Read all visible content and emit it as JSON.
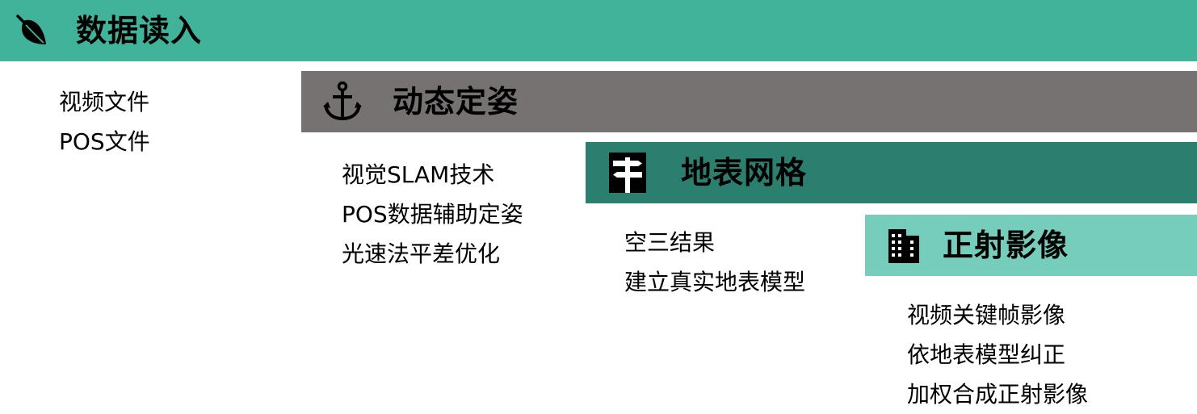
{
  "stages": [
    {
      "title": "数据读入",
      "icon": "leaf-icon",
      "color": "#41b39a",
      "items": [
        "视频文件",
        "POS文件"
      ]
    },
    {
      "title": "动态定姿",
      "icon": "anchor-icon",
      "color": "#767272",
      "items": [
        "视觉SLAM技术",
        "POS数据辅助定姿",
        "光速法平差优化"
      ]
    },
    {
      "title": "地表网格",
      "icon": "signpost-icon",
      "color": "#2a7f6f",
      "items": [
        "空三结果",
        "建立真实地表模型"
      ]
    },
    {
      "title": "正射影像",
      "icon": "building-icon",
      "color": "#76cdbb",
      "items": [
        "视频关键帧影像",
        "依地表模型纠正",
        "加权合成正射影像"
      ]
    }
  ]
}
